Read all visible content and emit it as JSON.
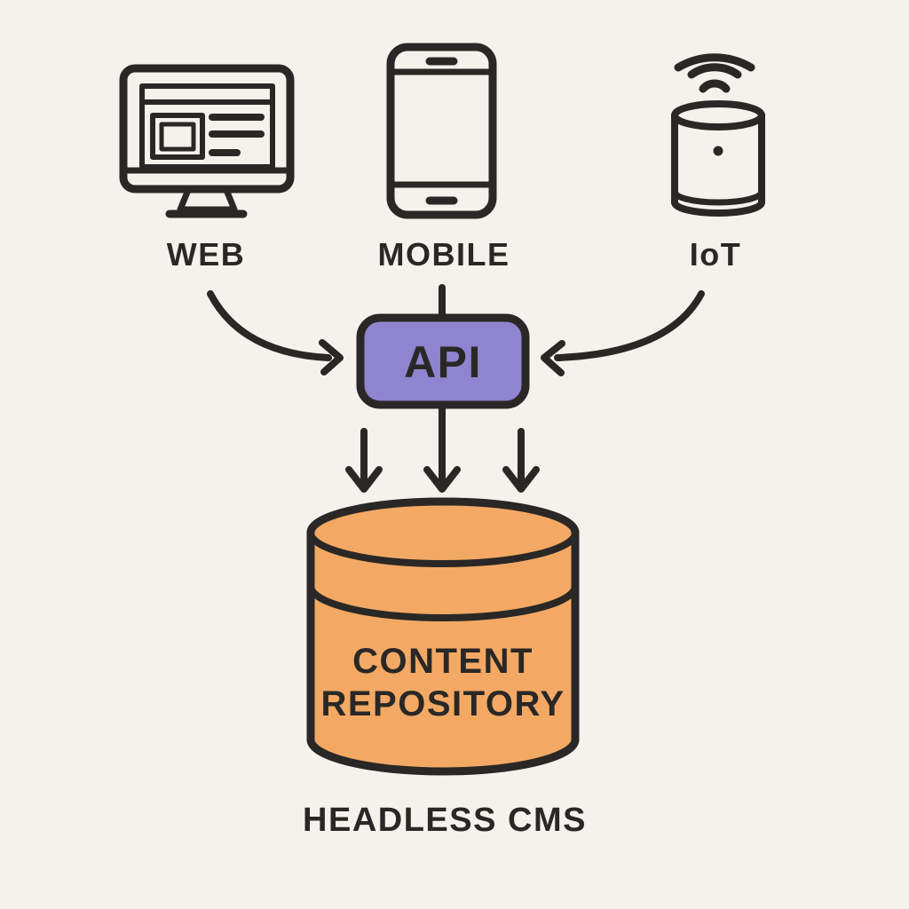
{
  "colors": {
    "background": "#f5f2ed",
    "stroke": "#2a2826",
    "api_fill": "#8f84cf",
    "api_text": "#f6f4fb",
    "repo_fill": "#f3a964"
  },
  "clients": {
    "web": {
      "label": "WEB",
      "icon": "desktop-monitor-icon"
    },
    "mobile": {
      "label": "MOBILE",
      "icon": "smartphone-icon"
    },
    "iot": {
      "label": "IoT",
      "icon": "smart-speaker-icon"
    }
  },
  "api_box": {
    "label": "API"
  },
  "repository": {
    "line1": "CONTENT",
    "line2": "REPOSITORY"
  },
  "footer": {
    "label": "HEADLESS CMS"
  },
  "flows": [
    {
      "from": "WEB",
      "to": "API"
    },
    {
      "from": "MOBILE",
      "to": "API"
    },
    {
      "from": "IoT",
      "to": "API"
    },
    {
      "from": "API",
      "to": "CONTENT REPOSITORY"
    }
  ]
}
